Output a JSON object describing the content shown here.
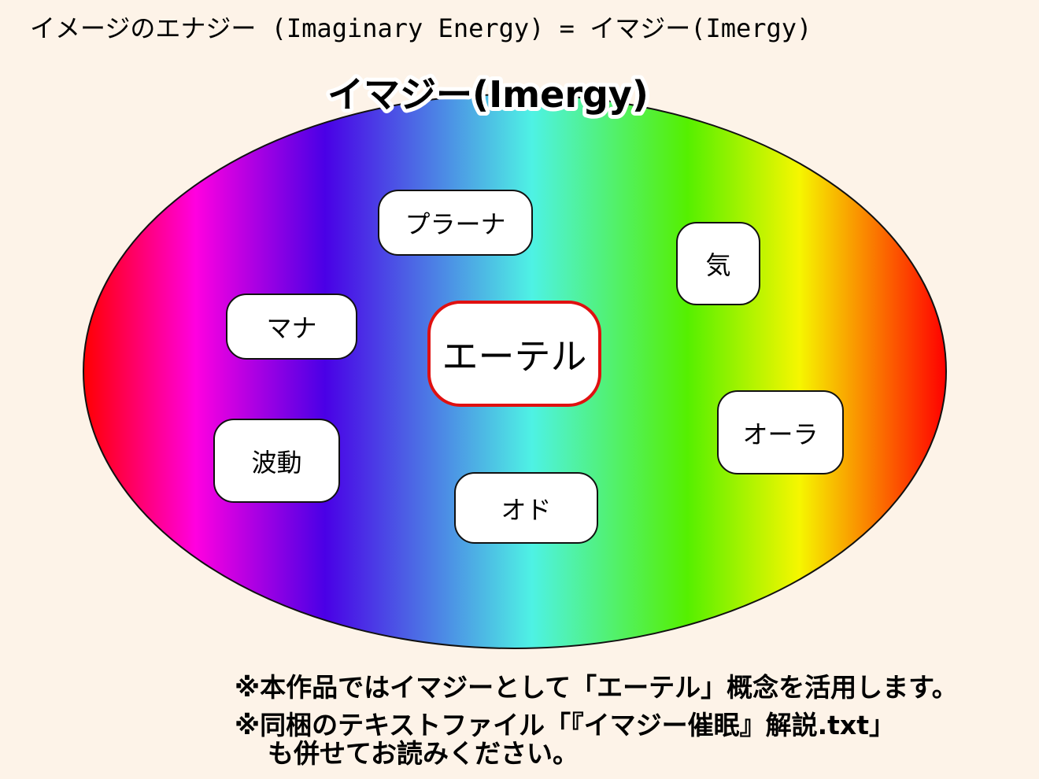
{
  "header": {
    "title": "イメージのエナジー (Imaginary Energy) = イマジー(Imergy)"
  },
  "diagram": {
    "ellipse_label": "イマジー(Imergy)",
    "gradient_colors": [
      "#ff0000",
      "#ff00e0",
      "#4a00e6",
      "#4ef2e4",
      "#55f000",
      "#f6f600",
      "#ff0000"
    ],
    "center_node": {
      "label": "エーテル",
      "border_color": "#e01010"
    },
    "nodes": [
      {
        "id": "prana",
        "label": "プラーナ"
      },
      {
        "id": "ki",
        "label": "気"
      },
      {
        "id": "mana",
        "label": "マナ"
      },
      {
        "id": "hadou",
        "label": "波動"
      },
      {
        "id": "aura",
        "label": "オーラ"
      },
      {
        "id": "od",
        "label": "オド"
      }
    ]
  },
  "notes": {
    "line1": "※本作品ではイマジーとして「エーテル」概念を活用します。",
    "line2": "※同梱のテキストファイル「『イマジー催眠』解説.txt」",
    "line3": "も併せてお読みください。"
  }
}
